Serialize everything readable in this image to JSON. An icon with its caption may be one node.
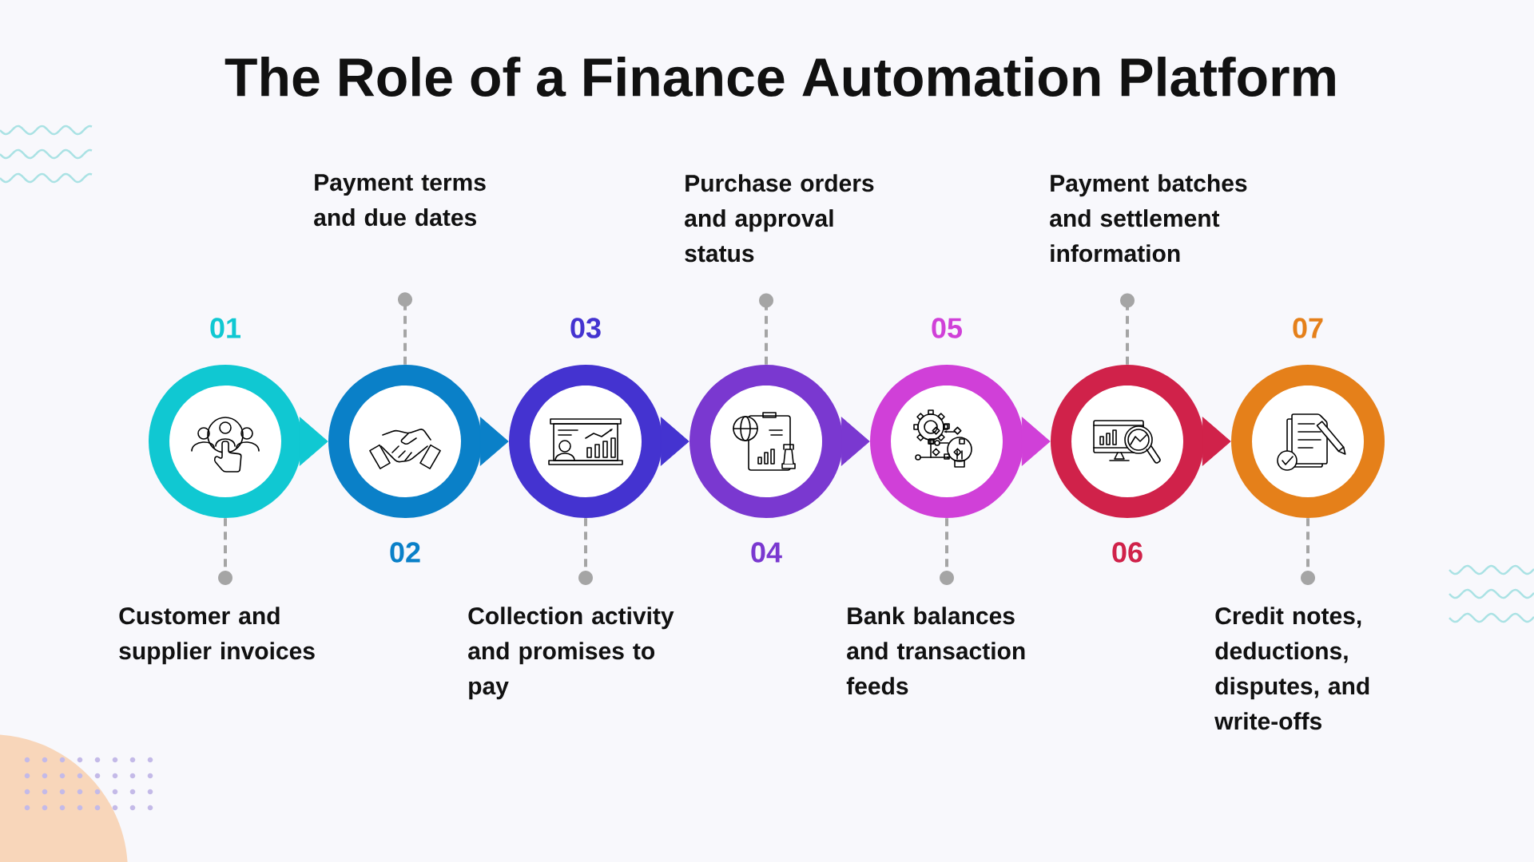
{
  "diagram": {
    "title": "The Role of a Finance Automation Platform",
    "nodes": [
      {
        "text": [],
        "shape": "circle",
        "beside": [
          "01"
        ]
      },
      {
        "text": [],
        "shape": "circle",
        "beside": [
          "02"
        ]
      },
      {
        "text": [],
        "shape": "circle",
        "beside": [
          "03"
        ]
      },
      {
        "text": [],
        "shape": "circle",
        "beside": [
          "04"
        ]
      },
      {
        "text": [],
        "shape": "circle",
        "beside": [
          "05"
        ]
      },
      {
        "text": [],
        "shape": "circle",
        "beside": [
          "06"
        ]
      },
      {
        "text": [],
        "shape": "circle",
        "beside": [
          "07"
        ]
      },
      {
        "text": [
          "Customer and supplier invoices"
        ]
      },
      {
        "text": [
          "Payment terms and due dates"
        ]
      },
      {
        "text": [
          "Collection activity and promises to pay"
        ]
      },
      {
        "text": [
          "Purchase orders and approval status"
        ]
      },
      {
        "text": [
          "Bank balances and transaction feeds"
        ]
      },
      {
        "text": [
          "Payment batches and settlement information"
        ]
      },
      {
        "text": [
          "Credit notes, deductions, disputes, and write-offs"
        ]
      }
    ],
    "edges": [
      {
        "from": 0,
        "to": 1,
        "arrow": "to",
        "color": "#10c8d2"
      },
      {
        "from": 1,
        "to": 2,
        "arrow": "to",
        "color": "#0a80c8"
      },
      {
        "from": 2,
        "to": 3,
        "arrow": "to",
        "color": "#4433d0"
      },
      {
        "from": 3,
        "to": 4,
        "arrow": "to",
        "color": "#7a38d0"
      },
      {
        "from": 4,
        "to": 5,
        "arrow": "to",
        "color": "#d040d8"
      },
      {
        "from": 5,
        "to": 6,
        "arrow": "to",
        "color": "#d0224a"
      },
      {
        "from": 0,
        "to": 7,
        "arrow": "other",
        "style": "dashed"
      },
      {
        "from": 1,
        "to": 8,
        "arrow": "other",
        "style": "dashed"
      },
      {
        "from": 2,
        "to": 9,
        "arrow": "other",
        "style": "dashed"
      },
      {
        "from": 3,
        "to": 10,
        "arrow": "other",
        "style": "dashed"
      },
      {
        "from": 4,
        "to": 11,
        "arrow": "other",
        "style": "dashed"
      },
      {
        "from": 5,
        "to": 12,
        "arrow": "other",
        "style": "dashed"
      },
      {
        "from": 6,
        "to": 13,
        "arrow": "other",
        "style": "dashed"
      }
    ]
  }
}
